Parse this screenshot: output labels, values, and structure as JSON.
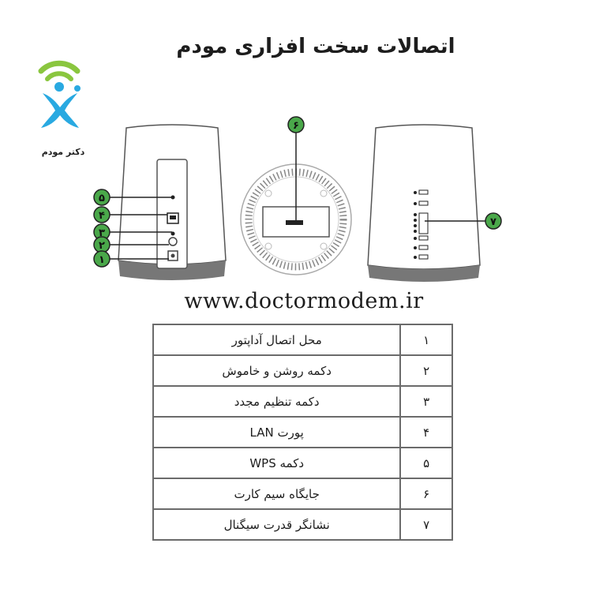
{
  "title": "اتصالات سخت افزاری مودم",
  "logo": {
    "text": "دکتر مودم"
  },
  "url": "www.doctormodem.ir",
  "callouts": {
    "left": [
      "۵",
      "۴",
      "۳",
      "۲",
      "۱"
    ],
    "top": "۶",
    "right": "۷"
  },
  "table": {
    "rows": [
      {
        "num": "۱",
        "desc": "محل اتصال آداپتور"
      },
      {
        "num": "۲",
        "desc": "دکمه روشن و خاموش"
      },
      {
        "num": "۳",
        "desc": "دکمه تنظیم مجدد"
      },
      {
        "num": "۴",
        "desc": "پورت LAN"
      },
      {
        "num": "۵",
        "desc": "دکمه WPS"
      },
      {
        "num": "۶",
        "desc": "جایگاه سیم کارت"
      },
      {
        "num": "۷",
        "desc": "نشانگر قدرت سیگنال"
      }
    ]
  },
  "colors": {
    "callout_green": "#4aa84a",
    "wifi_green": "#8ac63f",
    "logo_blue": "#29a9e1"
  }
}
